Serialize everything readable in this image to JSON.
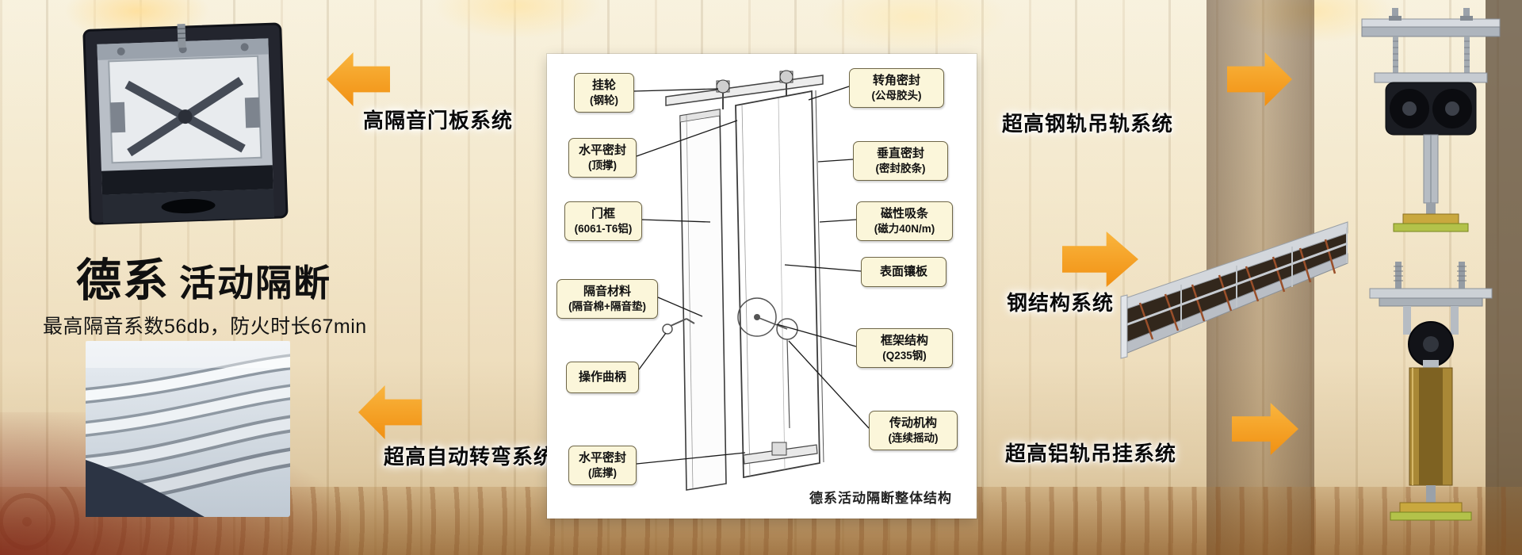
{
  "brand": {
    "title_bold": "德系",
    "title_rest": "活动隔断",
    "subtitle": "最高隔音系数56db，防火时长67min"
  },
  "system_labels": {
    "left_top": "高隔音门板系统",
    "left_bottom": "超高自动转弯系统",
    "right_top": "超高钢轨吊轨系统",
    "right_middle": "钢结构系统",
    "right_bottom": "超高铝轨吊挂系统"
  },
  "diagram": {
    "caption": "德系活动隔断整体结构",
    "left_callouts": [
      {
        "line1": "挂轮",
        "line2": "(钢轮)"
      },
      {
        "line1": "水平密封",
        "line2": "(顶撑)"
      },
      {
        "line1": "门框",
        "line2": "(6061-T6铝)"
      },
      {
        "line1": "隔音材料",
        "line2": "(隔音棉+隔音垫)"
      },
      {
        "line1": "操作曲柄",
        "line2": ""
      },
      {
        "line1": "水平密封",
        "line2": "(底撑)"
      }
    ],
    "right_callouts": [
      {
        "line1": "转角密封",
        "line2": "(公母胶头)"
      },
      {
        "line1": "垂直密封",
        "line2": "(密封胶条)"
      },
      {
        "line1": "磁性吸条",
        "line2": "(磁力40N/m)"
      },
      {
        "line1": "表面镶板",
        "line2": ""
      },
      {
        "line1": "框架结构",
        "line2": "(Q235钢)"
      },
      {
        "line1": "传动机构",
        "line2": "(连续摇动)"
      }
    ]
  },
  "colors": {
    "accent_orange": "#F59C1E",
    "callout_bg": "#FBF6DA",
    "callout_border": "#6E6647",
    "panel_bg": "#FFFFFF"
  }
}
